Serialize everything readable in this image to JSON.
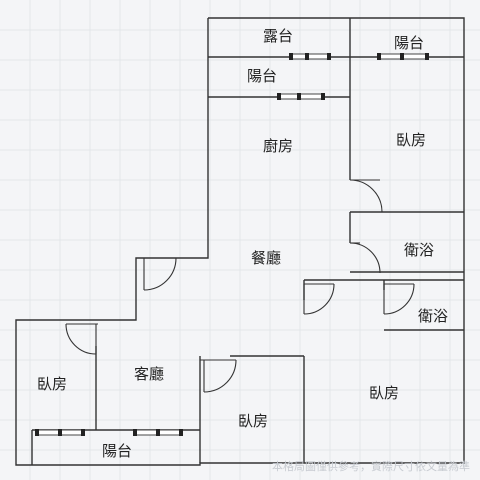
{
  "rooms": {
    "terrace_top": "露台",
    "balcony_top_left": "陽台",
    "balcony_top_right": "陽台",
    "kitchen": "廚房",
    "bedroom_top_right": "臥房",
    "dining": "餐廳",
    "bath_upper": "衛浴",
    "bath_lower": "衛浴",
    "living": "客廳",
    "bedroom_left": "臥房",
    "bedroom_bottom_center": "臥房",
    "bedroom_bottom_right": "臥房",
    "balcony_bottom": "陽台"
  },
  "footer_note": "本格局圖僅供參考，實際尺寸依文量為準"
}
